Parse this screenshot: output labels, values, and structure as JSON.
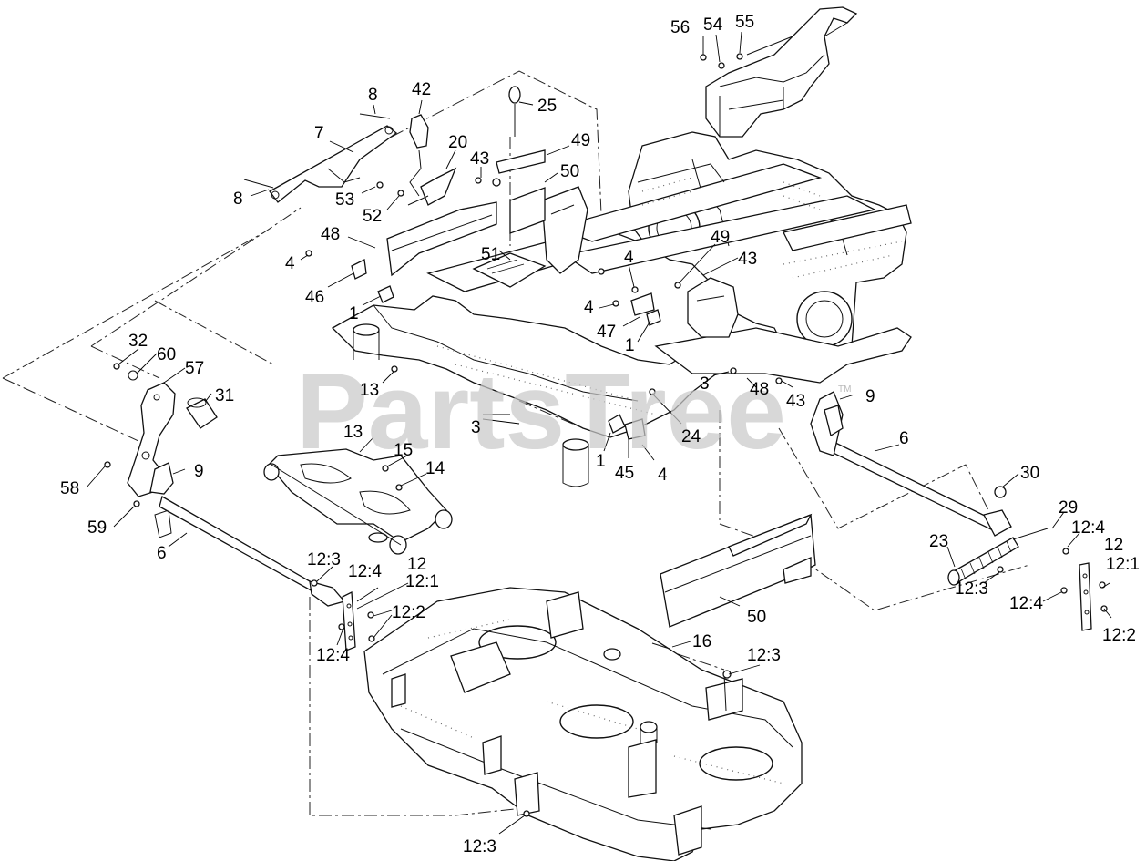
{
  "watermark": {
    "text": "PartsTree",
    "trademark": "TM"
  },
  "callouts": [
    {
      "text": "56"
    },
    {
      "text": "54"
    },
    {
      "text": "55"
    },
    {
      "text": "8"
    },
    {
      "text": "42"
    },
    {
      "text": "25"
    },
    {
      "text": "7"
    },
    {
      "text": "20"
    },
    {
      "text": "49"
    },
    {
      "text": "43"
    },
    {
      "text": "50"
    },
    {
      "text": "8"
    },
    {
      "text": "53"
    },
    {
      "text": "52"
    },
    {
      "text": "48"
    },
    {
      "text": "51"
    },
    {
      "text": "4"
    },
    {
      "text": "4"
    },
    {
      "text": "49"
    },
    {
      "text": "43"
    },
    {
      "text": "46"
    },
    {
      "text": "4"
    },
    {
      "text": "1"
    },
    {
      "text": "47"
    },
    {
      "text": "1"
    },
    {
      "text": "32"
    },
    {
      "text": "60"
    },
    {
      "text": "57"
    },
    {
      "text": "31"
    },
    {
      "text": "13"
    },
    {
      "text": "3"
    },
    {
      "text": "48"
    },
    {
      "text": "43"
    },
    {
      "text": "9"
    },
    {
      "text": "3"
    },
    {
      "text": "24"
    },
    {
      "text": "13"
    },
    {
      "text": "15"
    },
    {
      "text": "14"
    },
    {
      "text": "1"
    },
    {
      "text": "45"
    },
    {
      "text": "4"
    },
    {
      "text": "6"
    },
    {
      "text": "58"
    },
    {
      "text": "9"
    },
    {
      "text": "30"
    },
    {
      "text": "59"
    },
    {
      "text": "29"
    },
    {
      "text": "12:4"
    },
    {
      "text": "12"
    },
    {
      "text": "12:1"
    },
    {
      "text": "6"
    },
    {
      "text": "23"
    },
    {
      "text": "12:3"
    },
    {
      "text": "12:3"
    },
    {
      "text": "12:4"
    },
    {
      "text": "12"
    },
    {
      "text": "12:1"
    },
    {
      "text": "12:2"
    },
    {
      "text": "12:4"
    },
    {
      "text": "12:4"
    },
    {
      "text": "50"
    },
    {
      "text": "12:2"
    },
    {
      "text": "16"
    },
    {
      "text": "12:3"
    },
    {
      "text": "12:3"
    }
  ]
}
